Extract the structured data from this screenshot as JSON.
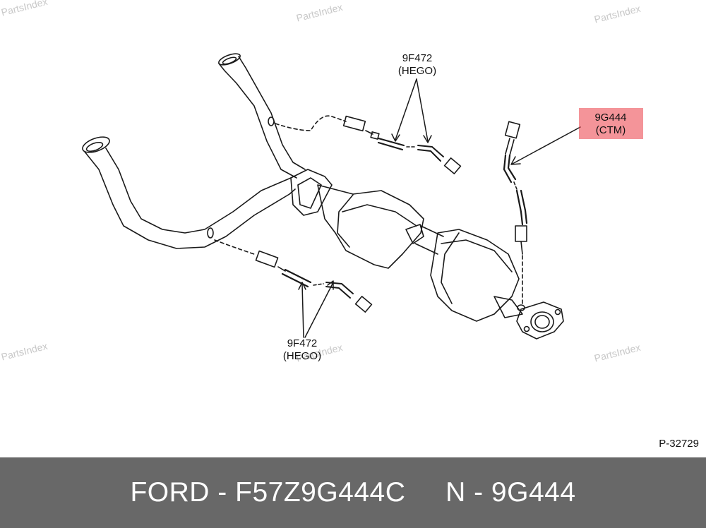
{
  "watermarks": [
    "PartsIndex",
    "PartsIndex",
    "PartsIndex",
    "PartsIndex",
    "PartsIndex",
    "PartsIndex"
  ],
  "callouts": {
    "upper_hego": {
      "code": "9F472",
      "name": "(HEGO)"
    },
    "lower_hego": {
      "code": "9F472",
      "name": "(HEGO)"
    },
    "ctm": {
      "code": "9G444",
      "name": "(CTM)"
    }
  },
  "highlight_color": "#eb3c46",
  "figure_id": "P-32729",
  "footer": {
    "brand": "FORD",
    "separator": " - ",
    "part_number": "F57Z9G444C",
    "gap": "     ",
    "category": "N - 9G444"
  }
}
